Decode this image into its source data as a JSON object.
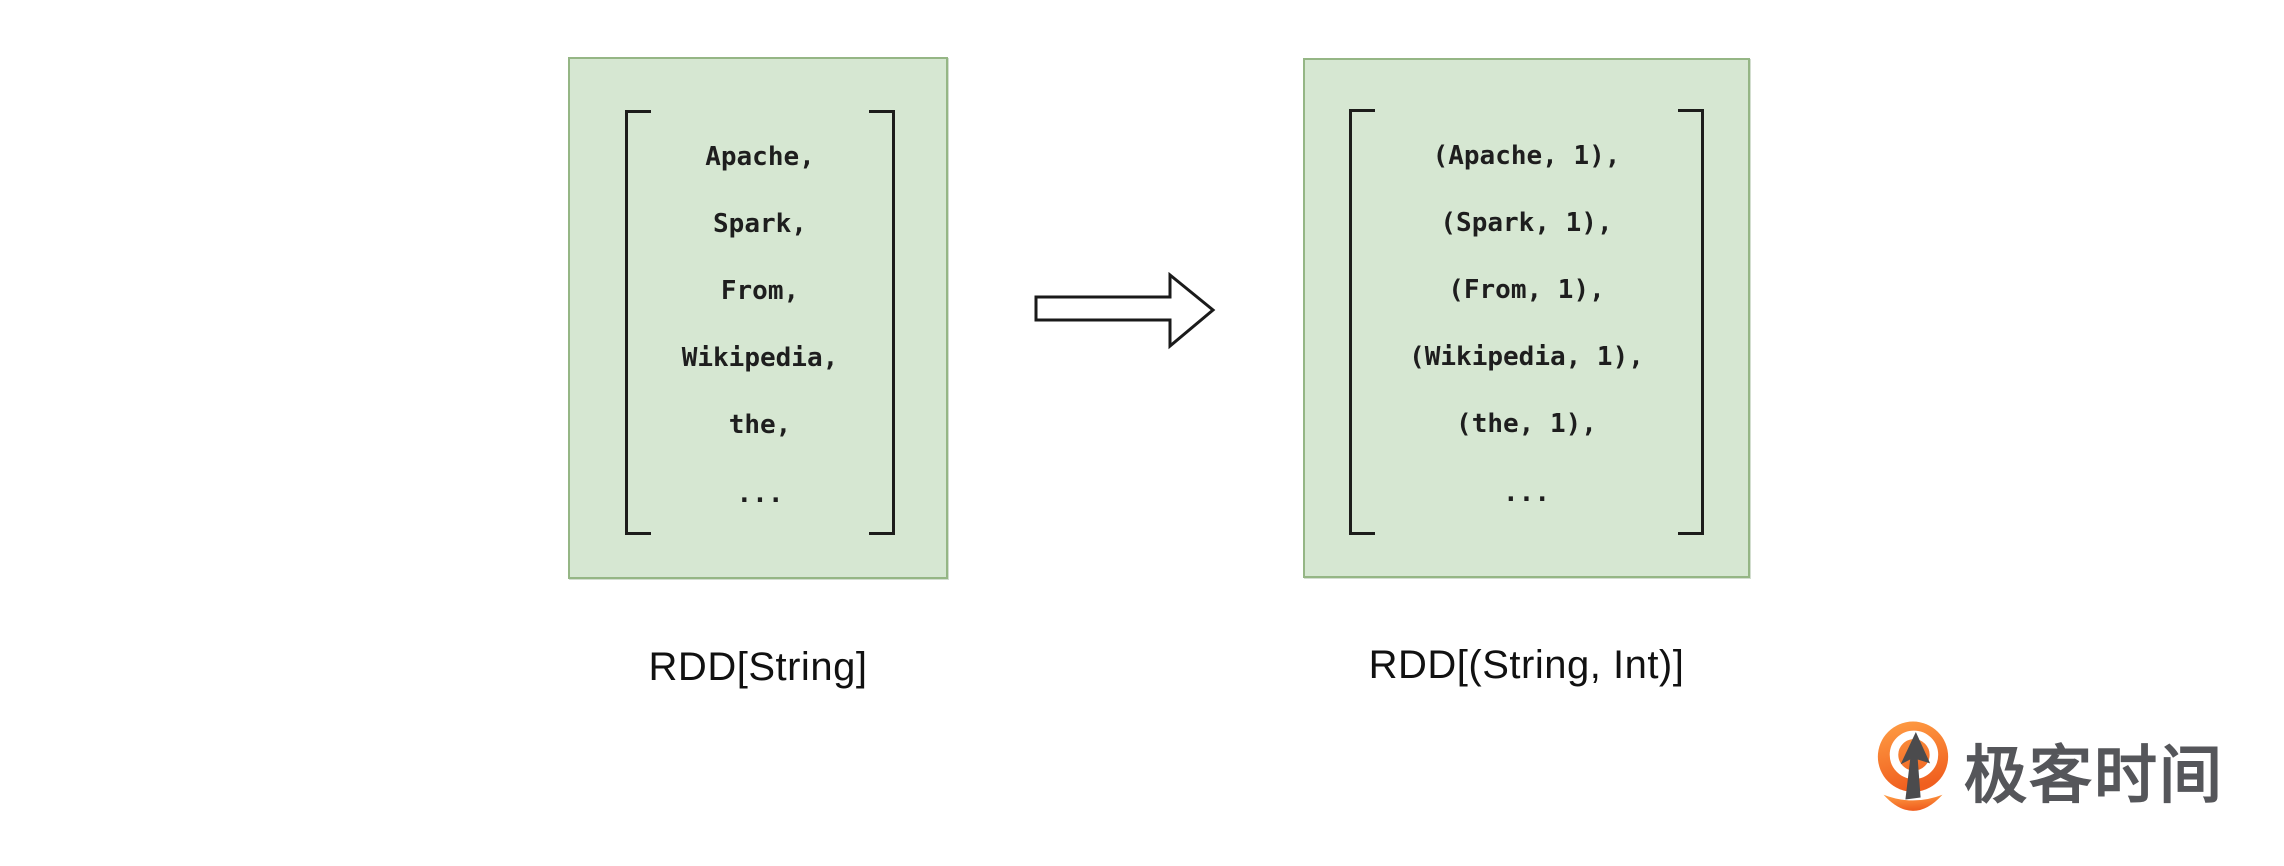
{
  "diagram": {
    "left_box": {
      "lines": [
        "Apache,",
        "Spark,",
        "From,",
        "Wikipedia,",
        "the,",
        "..."
      ],
      "label": "RDD[String]",
      "fill_color": "#d6e7d2",
      "border_color": "#95b685"
    },
    "arrow": {
      "direction": "right",
      "fill_color": "#ffffff",
      "stroke_color": "#1a1a1a"
    },
    "right_box": {
      "lines": [
        "(Apache, 1),",
        "(Spark, 1),",
        "(From, 1),",
        "(Wikipedia, 1),",
        "(the, 1),",
        "..."
      ],
      "label": "RDD[(String, Int)]",
      "fill_color": "#d6e7d2",
      "border_color": "#95b685"
    },
    "text_color": "#1e1e1e"
  },
  "branding": {
    "logo_text": "极客时间",
    "logo_text_color": "#55565a",
    "logo_orange_top": "#ff9f45",
    "logo_orange_bottom": "#f05f1f"
  }
}
